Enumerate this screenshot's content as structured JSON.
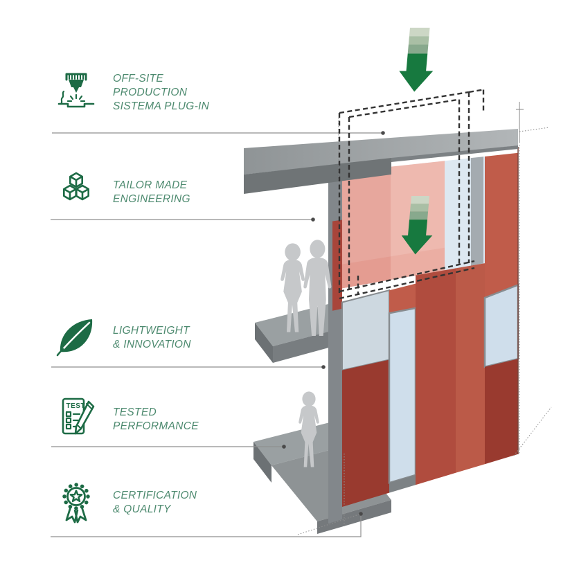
{
  "features": [
    {
      "id": "off-site-production",
      "icon": "cnc-machine-icon",
      "label": "OFF-SITE\nPRODUCTION\nSISTEMA PLUG-IN"
    },
    {
      "id": "tailor-made-engineering",
      "icon": "cubes-icon",
      "label": "TAILOR MADE\nENGINEERING"
    },
    {
      "id": "lightweight-innovation",
      "icon": "leaf-icon",
      "label": "LIGHTWEIGHT\n& INNOVATION"
    },
    {
      "id": "tested-performance",
      "icon": "test-checklist-icon",
      "label": "TESTED\nPERFORMANCE",
      "icon_text": "TEST"
    },
    {
      "id": "certification-quality",
      "icon": "certification-badge-icon",
      "label": "CERTIFICATION\n& QUALITY"
    }
  ],
  "illustration": {
    "subject": "plug-in prefabricated facade module being lowered into a building",
    "people_silhouettes": 3,
    "insert_arrows": 2
  },
  "colors": {
    "accent_green_dark": "#1d6b45",
    "accent_green_text": "#4d8a6f",
    "arrow_green": "#17793f",
    "arrow_band_light": "#ccd7c5",
    "arrow_band_mid": "#a9bfa5",
    "arrow_band_dark": "#88a98d",
    "facade_red_dark": "#993a2f",
    "facade_red_mid": "#b04c3e",
    "facade_red_salmon": "#c05c4a",
    "panel_pink_translucent": "#e7a196",
    "panel_pink_translucent_light": "#efb4a9",
    "glass_blue": "#cfdeeb",
    "concrete_gray": "#9aa0a2",
    "concrete_gray_dark": "#787d80",
    "silhouette_gray": "#c6c8ca",
    "leader_line_gray": "#8f8f8f",
    "dashed_outline": "#333333"
  }
}
